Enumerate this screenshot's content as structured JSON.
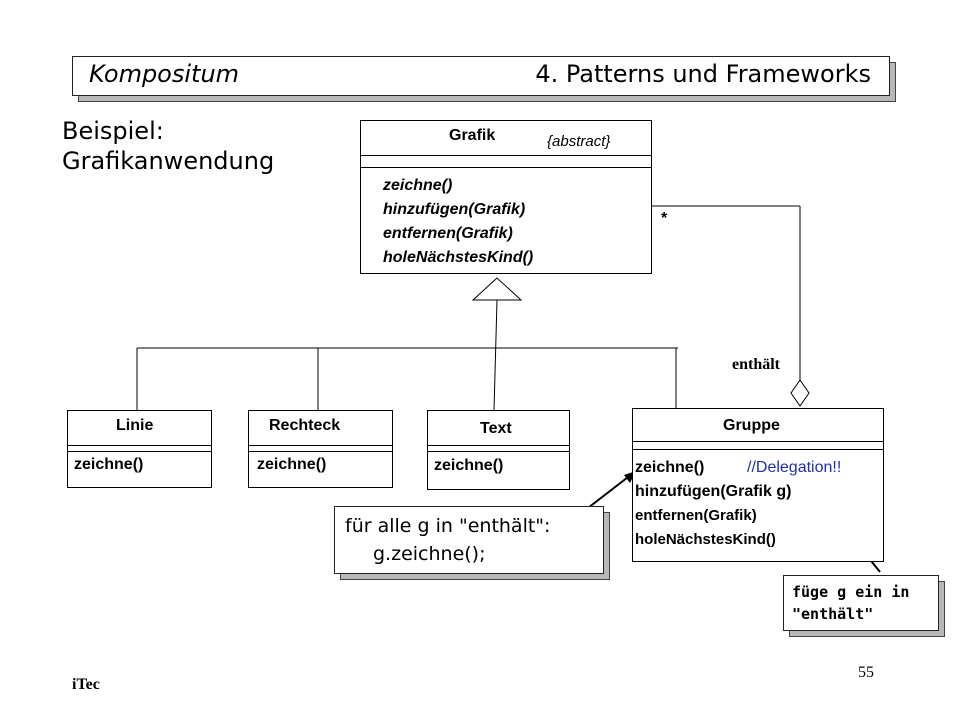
{
  "header": {
    "left_title": "Kompositum",
    "right_title": "4. Patterns und Frameworks"
  },
  "subtitle": {
    "line1": "Beispiel:",
    "line2": "Grafikanwendung"
  },
  "grafik": {
    "name": "Grafik",
    "stereotype": "{abstract}",
    "methods": [
      "zeichne()",
      "hinzufügen(Grafik)",
      "entfernen(Grafik)",
      "holeNächstesKind()"
    ]
  },
  "linie": {
    "name": "Linie",
    "method": "zeichne()"
  },
  "rechteck": {
    "name": "Rechteck",
    "method": "zeichne()"
  },
  "text_class": {
    "name": "Text",
    "method": "zeichne()"
  },
  "gruppe": {
    "name": "Gruppe",
    "method1": "zeichne()",
    "delegation_comment": "//Delegation!!",
    "methods": [
      "hinzufügen(Grafik g)",
      "entfernen(Grafik)",
      "holeNächstesKind()"
    ]
  },
  "association": {
    "multiplicity": "*",
    "role": "enthält"
  },
  "note_loop": {
    "line1": "für alle g in \"enthält\":",
    "line2": "g.zeichne();"
  },
  "note_add": {
    "line1": "füge g ein in",
    "line2": "\"enthält\""
  },
  "footer": {
    "left": "iTec",
    "page_number": "55"
  },
  "colors": {
    "comment_blue": "#1f2fa8",
    "shadow_gray": "#b8b8b8"
  }
}
